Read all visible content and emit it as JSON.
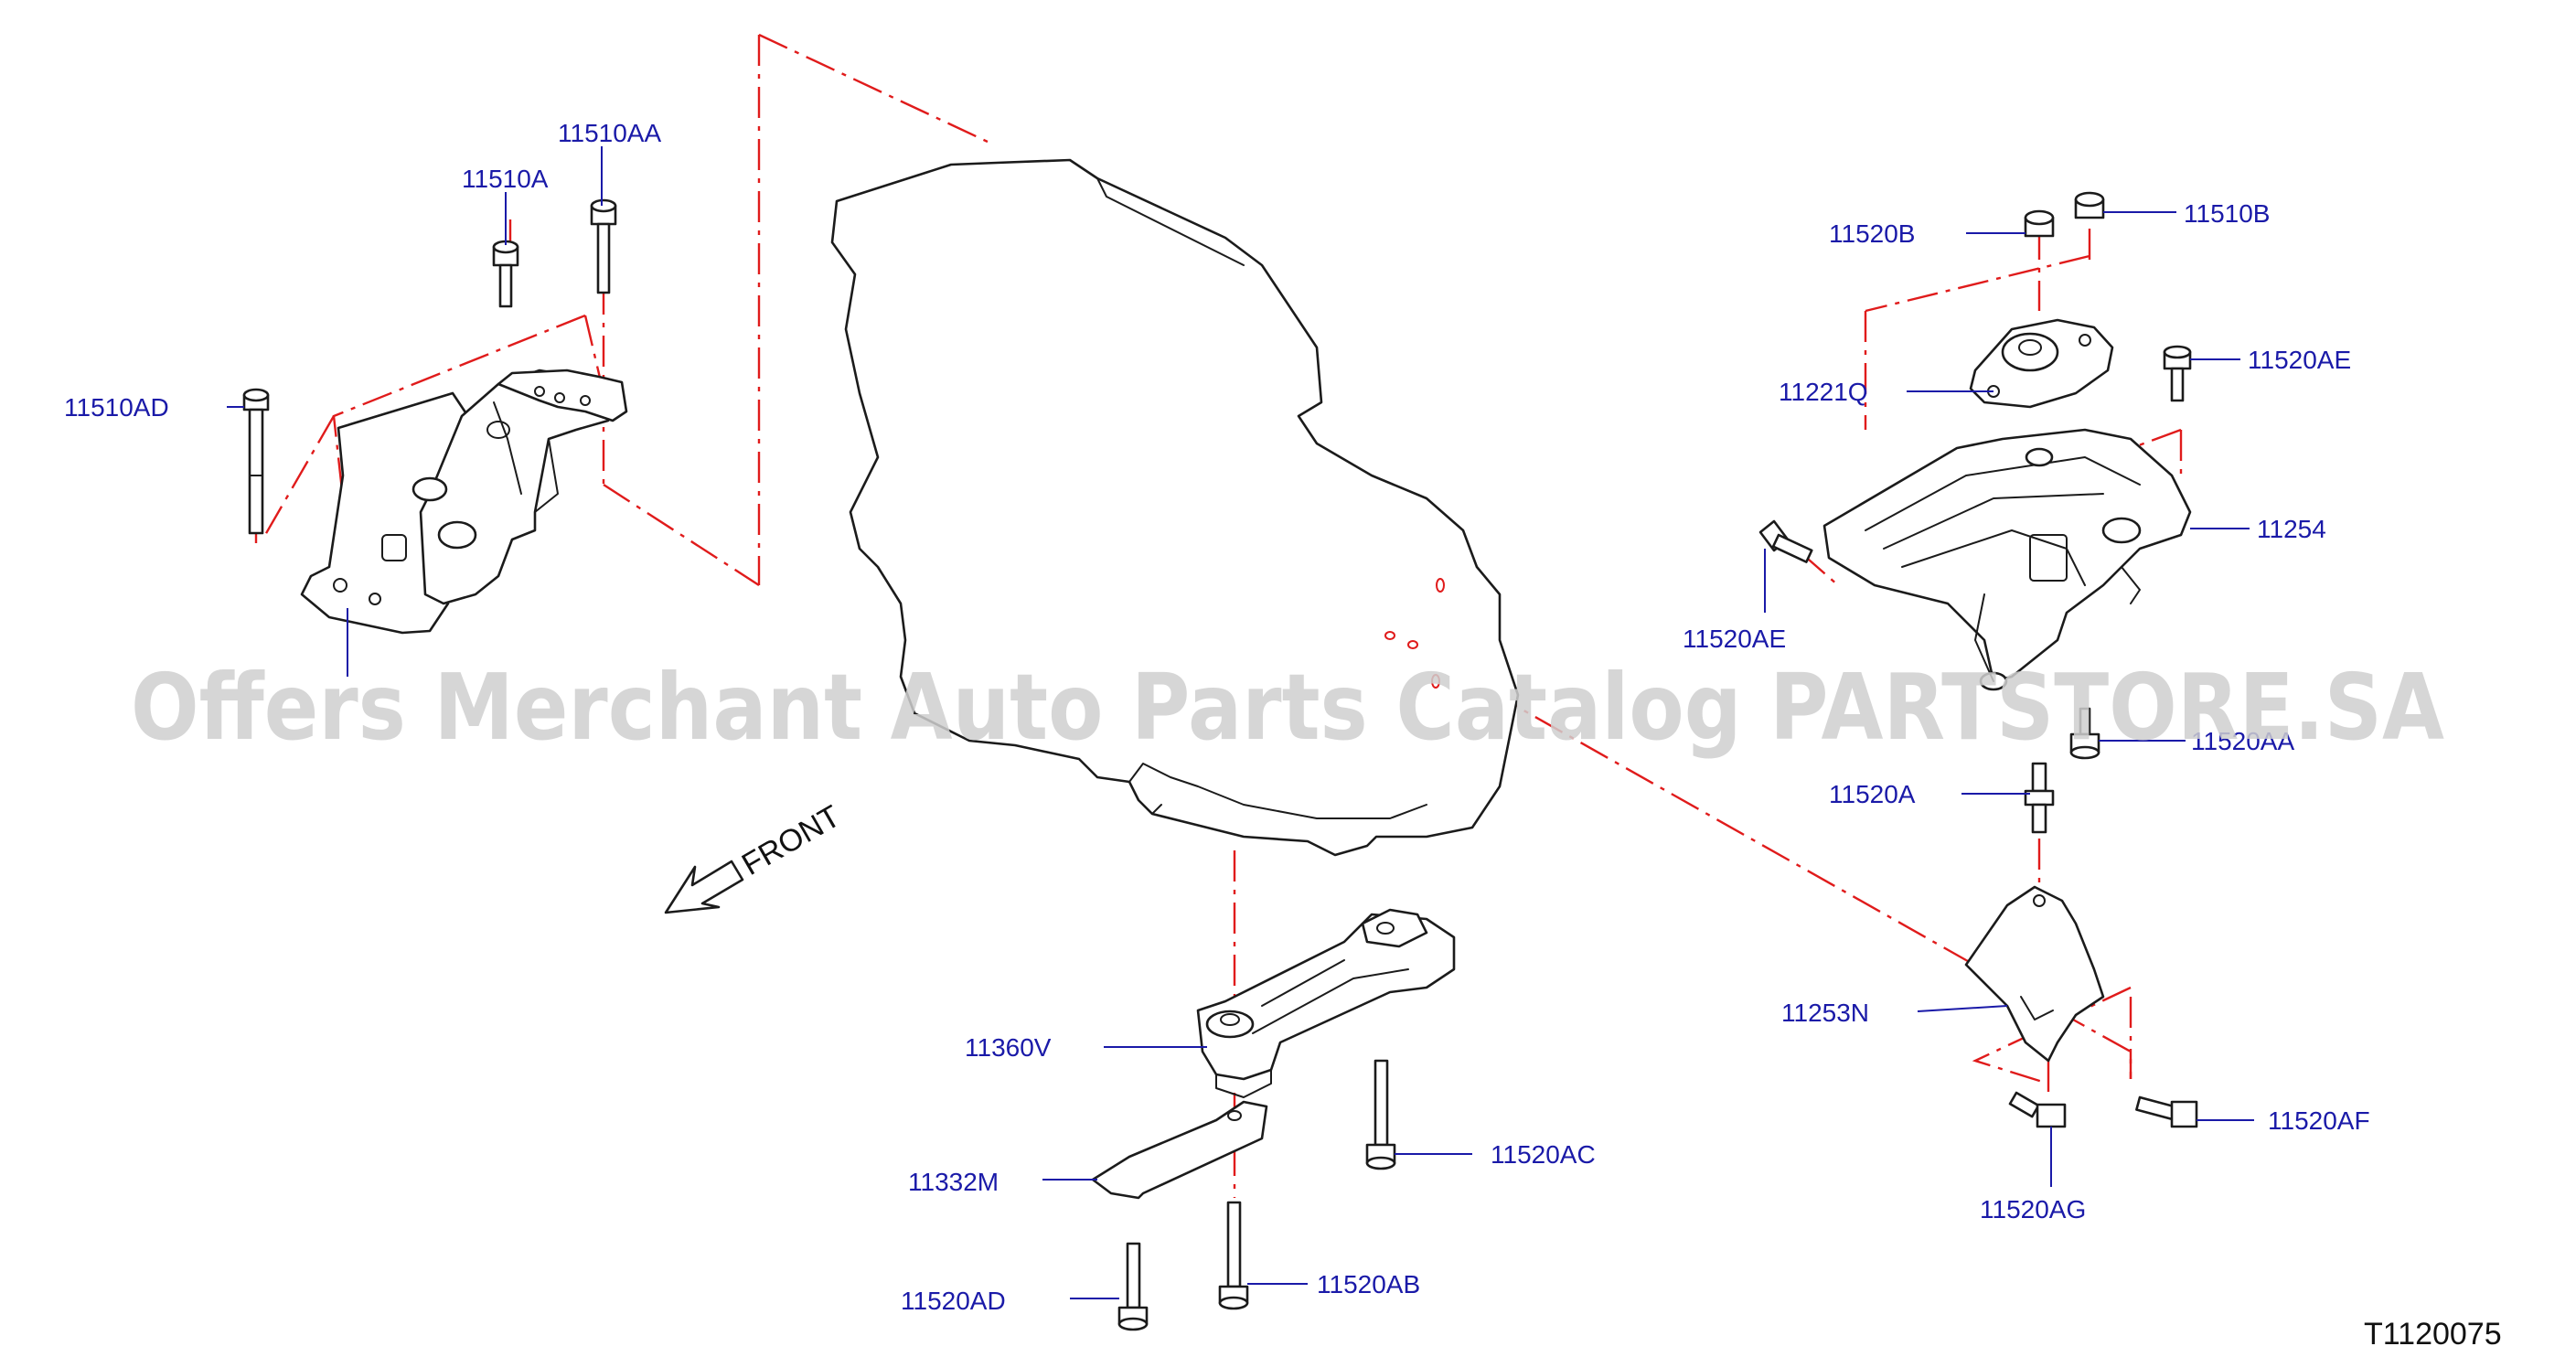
{
  "watermark": "Offers Merchant Auto Parts Catalog PARTSTORE.SA",
  "diagram_code": "T1120075",
  "front_label": "FRONT",
  "part_labels": {
    "p11510AA": "11510AA",
    "p11510A": "11510A",
    "p11510AD": "11510AD",
    "p11520B": "11520B",
    "p11510B": "11510B",
    "p11520AE_top": "11520AE",
    "p11221Q": "11221Q",
    "p11254": "11254",
    "p11520AE_left": "11520AE",
    "p11520AA": "11520AA",
    "p11520A": "11520A",
    "p11253N": "11253N",
    "p11520AF": "11520AF",
    "p11520AG": "11520AG",
    "p11360V": "11360V",
    "p11332M": "11332M",
    "p11520AC": "11520AC",
    "p11520AD": "11520AD",
    "p11520AB": "11520AB"
  },
  "colors": {
    "label_text": "#1a1aa8",
    "leader_line": "#1a1aa8",
    "dash_dot_line": "#e01b1b",
    "part_outline": "#1b1b1b",
    "watermark": "#cfcfcf"
  }
}
